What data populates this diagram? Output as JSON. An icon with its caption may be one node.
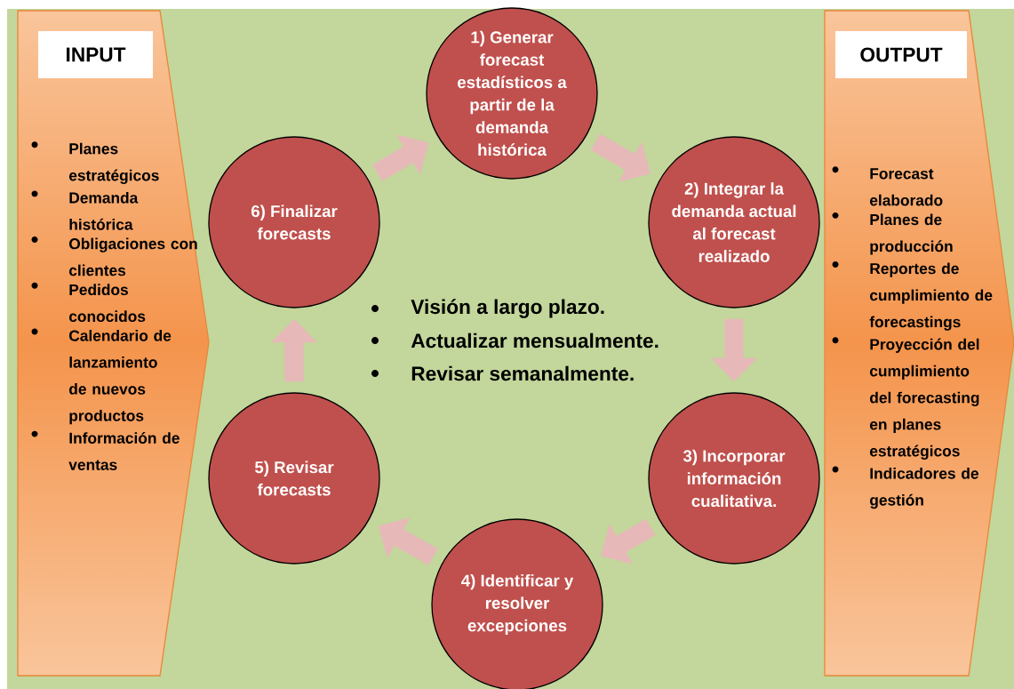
{
  "diagram": {
    "nodes": [
      {
        "text": [
          "INPUT",
          "Planes estratégicos",
          "Demanda histórica",
          "Obligaciones con clientes",
          "Pedidos conocidos",
          "Calendario de lanzamiento de nuevos productos",
          "Información de ventas"
        ]
      },
      {
        "text": [
          "1) Generar forecast estadísticos a partir de la demanda histórica"
        ]
      },
      {
        "text": [
          "2) Integrar la demanda actual al forecast realizado"
        ]
      },
      {
        "text": [
          "3) Incorporar información cualitativa."
        ]
      },
      {
        "text": [
          "4) Identificar y resolver excepciones"
        ]
      },
      {
        "text": [
          "5) Revisar forecasts"
        ]
      },
      {
        "text": [
          "6) Finalizar forecasts"
        ]
      },
      {
        "text": [
          "OUTPUT",
          "Forecast elaborado",
          "Planes de producción",
          "Reportes de cumplimiento de forecastings",
          "Proyección del cumplimiento del forecasting en planes estratégicos",
          "Indicadores de gestión"
        ]
      }
    ],
    "edges": [
      {
        "from": 1,
        "to": 2,
        "arrow": "to"
      },
      {
        "from": 2,
        "to": 3,
        "arrow": "to"
      },
      {
        "from": 3,
        "to": 4,
        "arrow": "to"
      },
      {
        "from": 4,
        "to": 5,
        "arrow": "to"
      },
      {
        "from": 5,
        "to": 6,
        "arrow": "to"
      },
      {
        "from": 6,
        "to": 1,
        "arrow": "to"
      }
    ],
    "labels": [
      "Visión a largo plazo.",
      "Actualizar mensualmente.",
      "Revisar semanalmente."
    ]
  }
}
